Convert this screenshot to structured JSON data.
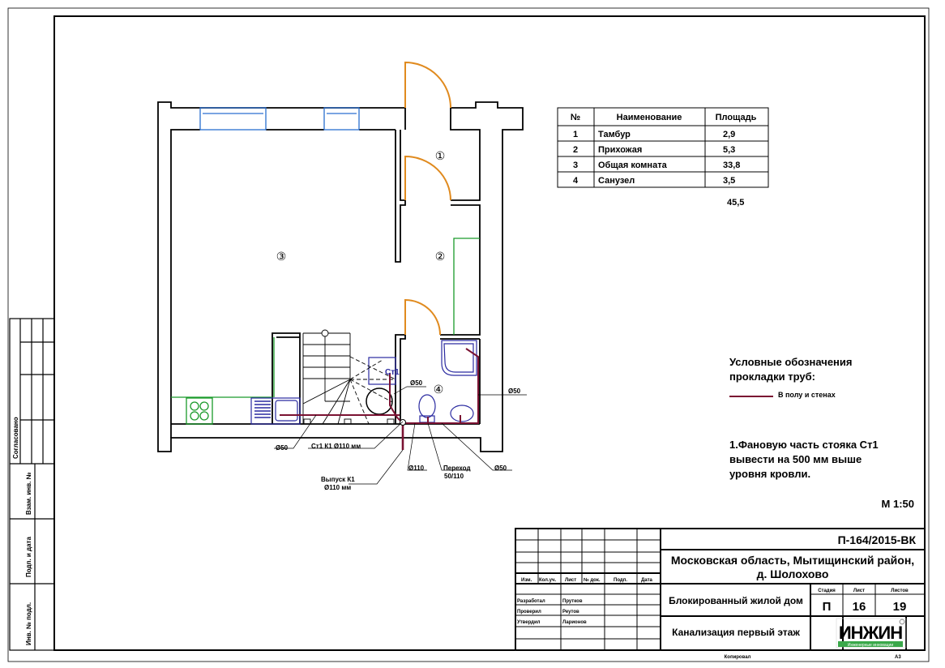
{
  "side_strip": {
    "agreed": "Согласовано",
    "labels": [
      "Взам. инв. №",
      "Подп. и дата",
      "Инв. № подл."
    ]
  },
  "plan": {
    "rooms": [
      "①",
      "②",
      "③",
      "④"
    ],
    "stack_label": "Ст1",
    "callouts": {
      "d50_stack": "Ø50",
      "d50_right": "Ø50",
      "d50_kitchen": "Ø50",
      "stack_k1": "Ст1  К1 Ø110 мм",
      "outlet_line1": "Выпуск К1",
      "outlet_line2": "Ø110 мм",
      "d110": "Ø110",
      "transition_line1": "Переход",
      "transition_line2": "50/110",
      "d50_bottom": "Ø50"
    }
  },
  "room_table": {
    "headers": [
      "№",
      "Наименование",
      "Площадь"
    ],
    "rows": [
      [
        "1",
        "Тамбур",
        "2,9"
      ],
      [
        "2",
        "Прихожая",
        "5,3"
      ],
      [
        "3",
        "Общая комната",
        "33,8"
      ],
      [
        "4",
        "Санузел",
        "3,5"
      ]
    ],
    "total": "45,5"
  },
  "legend": {
    "title_line1": "Условные обозначения",
    "title_line2": "прокладки труб:",
    "item": "В полу и стенах",
    "pipe_color": "#7a1232"
  },
  "note": {
    "line1": "1.Фановую часть стояка Ст1",
    "line2": "вывести на 500 мм выше",
    "line3": "уровня кровли."
  },
  "scale": "М 1:50",
  "title_block": {
    "code": "П-164/2015-ВК",
    "address_line1": "Московская область, Мытищинский район,",
    "address_line2": "д. Шолохово",
    "project": "Блокированный жилой дом",
    "sheet_title": "Канализация первый этаж",
    "col_headers": [
      "Изм.",
      "Кол.уч.",
      "Лист",
      "№ док.",
      "Подп.",
      "Дата"
    ],
    "roles": [
      {
        "role": "Разработал",
        "name": "Прутков"
      },
      {
        "role": "Проверил",
        "name": "Реутов"
      },
      {
        "role": "Утвердил",
        "name": "Ларионов"
      }
    ],
    "stage_label": "Стадия",
    "sheet_label": "Лист",
    "sheets_label": "Листов",
    "stage": "П",
    "sheet": "16",
    "sheets": "19",
    "logo": "ИНЖИН",
    "logo_sub": "Инженерные инновации",
    "copied": "Копировал",
    "format": "А3"
  },
  "colors": {
    "wall": "#000000",
    "door": "#e08a1e",
    "window": "#2a6fd0",
    "furniture": "#1a9a2a",
    "fixture": "#2a2aa0",
    "pipe": "#7a1232"
  }
}
